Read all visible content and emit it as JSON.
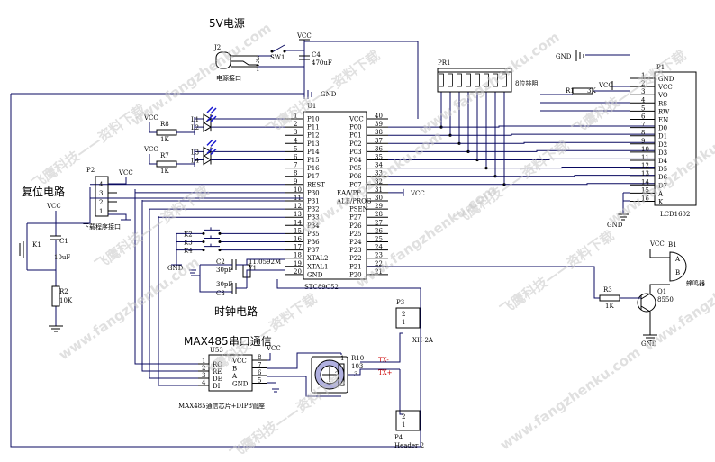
{
  "titles": {
    "power": "5V电源",
    "reset": "复位电路",
    "clock": "时钟电路",
    "rs485": "MAX485串口通信",
    "rs485_chip": "MAX485通信芯片+DIP8管座",
    "download": "下载程序接口",
    "power_jack": "电源接口"
  },
  "power": {
    "vcc": "VCC",
    "gnd": "GND",
    "sw": "SW1",
    "jack": "J2",
    "cap": "C4",
    "cap_val": "470uF"
  },
  "mcu": {
    "ref": "U1",
    "part": "STC89C52",
    "left_pins": [
      {
        "n": "1",
        "name": "P10"
      },
      {
        "n": "2",
        "name": "P11"
      },
      {
        "n": "3",
        "name": "P12"
      },
      {
        "n": "4",
        "name": "P13"
      },
      {
        "n": "5",
        "name": "P14"
      },
      {
        "n": "6",
        "name": "P15"
      },
      {
        "n": "7",
        "name": "P16"
      },
      {
        "n": "8",
        "name": "P17"
      },
      {
        "n": "9",
        "name": "REST"
      },
      {
        "n": "10",
        "name": "P30"
      },
      {
        "n": "11",
        "name": "P31"
      },
      {
        "n": "12",
        "name": "P32"
      },
      {
        "n": "13",
        "name": "P33"
      },
      {
        "n": "14",
        "name": "P34"
      },
      {
        "n": "15",
        "name": "P35"
      },
      {
        "n": "16",
        "name": "P36"
      },
      {
        "n": "17",
        "name": "P37"
      },
      {
        "n": "18",
        "name": "XTAL2"
      },
      {
        "n": "19",
        "name": "XTAL1"
      },
      {
        "n": "20",
        "name": "GND"
      }
    ],
    "right_pins": [
      {
        "n": "40",
        "name": "VCC"
      },
      {
        "n": "39",
        "name": "P00"
      },
      {
        "n": "38",
        "name": "P01"
      },
      {
        "n": "37",
        "name": "P02"
      },
      {
        "n": "36",
        "name": "P03"
      },
      {
        "n": "35",
        "name": "P04"
      },
      {
        "n": "34",
        "name": "P05"
      },
      {
        "n": "33",
        "name": "P06"
      },
      {
        "n": "32",
        "name": "P07"
      },
      {
        "n": "31",
        "name": "EA/VPP"
      },
      {
        "n": "30",
        "name": "ALE/PROG"
      },
      {
        "n": "29",
        "name": "PSEN"
      },
      {
        "n": "28",
        "name": "P27"
      },
      {
        "n": "27",
        "name": "P26"
      },
      {
        "n": "26",
        "name": "P25"
      },
      {
        "n": "25",
        "name": "P24"
      },
      {
        "n": "24",
        "name": "P23"
      },
      {
        "n": "23",
        "name": "P22"
      },
      {
        "n": "22",
        "name": "P21"
      },
      {
        "n": "21",
        "name": "P20"
      }
    ]
  },
  "lcd": {
    "ref": "P1",
    "part": "LCD1602",
    "pins": [
      {
        "n": "1",
        "name": "GND"
      },
      {
        "n": "2",
        "name": "VCC"
      },
      {
        "n": "3",
        "name": "VO"
      },
      {
        "n": "4",
        "name": "RS"
      },
      {
        "n": "5",
        "name": "RW"
      },
      {
        "n": "6",
        "name": "EN"
      },
      {
        "n": "7",
        "name": "D0"
      },
      {
        "n": "8",
        "name": "D1"
      },
      {
        "n": "9",
        "name": "D2"
      },
      {
        "n": "10",
        "name": "D3"
      },
      {
        "n": "11",
        "name": "D4"
      },
      {
        "n": "12",
        "name": "D5"
      },
      {
        "n": "13",
        "name": "D6"
      },
      {
        "n": "14",
        "name": "D7"
      },
      {
        "n": "15",
        "name": "A"
      },
      {
        "n": "16",
        "name": "K"
      }
    ]
  },
  "pr1": {
    "ref": "PR1",
    "label": "8位排阻"
  },
  "r1": {
    "ref": "R1",
    "val": "3K"
  },
  "leds": {
    "r8": "R8",
    "r8v": "1K",
    "r7": "R7",
    "r7v": "1K",
    "labels": [
      "L1",
      "L2",
      "L3",
      "L4"
    ]
  },
  "p2": {
    "ref": "P2",
    "pins": [
      "4",
      "3",
      "2",
      "1"
    ]
  },
  "reset": {
    "k": "K1",
    "c": "C1",
    "cv": "10uF",
    "r": "R2",
    "rv": "10K"
  },
  "keys": [
    "K2",
    "K3",
    "K4"
  ],
  "clock": {
    "c2": "C2",
    "c2v": "30pF",
    "c3": "C3",
    "c3v": "30pF",
    "y": "Y1",
    "yv": "11.0592M"
  },
  "max485": {
    "ref": "U53",
    "left": [
      {
        "n": "1",
        "name": "RO"
      },
      {
        "n": "2",
        "name": "RE"
      },
      {
        "n": "3",
        "name": "DE"
      },
      {
        "n": "4",
        "name": "DI"
      }
    ],
    "right": [
      {
        "n": "8",
        "name": "VCC"
      },
      {
        "n": "7",
        "name": "B"
      },
      {
        "n": "6",
        "name": "A"
      },
      {
        "n": "5",
        "name": "GND"
      }
    ]
  },
  "pot": {
    "ref": "R10",
    "val": "103",
    "p1": "1",
    "p2": "2",
    "p3": "3"
  },
  "tx": {
    "minus": "TX-",
    "plus": "TX+"
  },
  "p3": {
    "ref": "P3",
    "part": "XH-2A"
  },
  "p4": {
    "ref": "P4",
    "part": "Header 2"
  },
  "buzzer": {
    "ref": "B1",
    "label": "蜂鸣器",
    "q": "Q1",
    "qv": "8550",
    "r3": "R3",
    "r3v": "1K",
    "a": "A",
    "b": "B"
  },
  "watermark": [
    "飞鹰科技——资料下载",
    "www.fangzhenku.com"
  ]
}
